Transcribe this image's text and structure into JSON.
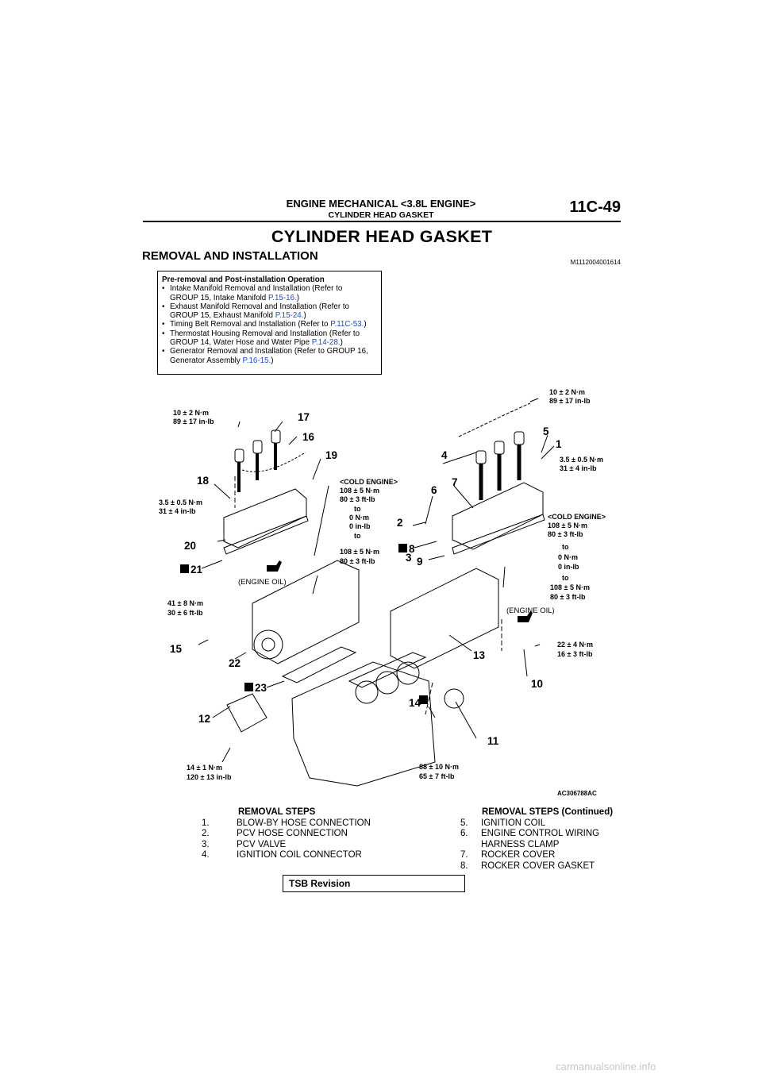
{
  "header": {
    "section": "ENGINE MECHANICAL <3.8L ENGINE>",
    "subsection": "CYLINDER HEAD GASKET",
    "page_number": "11C-49"
  },
  "title": "CYLINDER HEAD GASKET",
  "section_title": "REMOVAL AND INSTALLATION",
  "doc_id": "M1112004001614",
  "pre_box": {
    "title": "Pre-removal and Post-installation Operation",
    "items": [
      {
        "line1": "Intake Manifold Removal and Installation (Refer to",
        "line2": "GROUP 15, Intake Manifold ",
        "link": "P.15-16.",
        "tail": ")"
      },
      {
        "line1": "Exhaust Manifold Removal and Installation (Refer to",
        "line2": "GROUP 15, Exhaust Manifold ",
        "link": "P.15-24.",
        "tail": ")"
      },
      {
        "line1": "Timing Belt Removal and Installation (Refer to ",
        "link": "P.11C-53.",
        "tail": ")"
      },
      {
        "line1": "Thermostat Housing Removal and Installation (Refer to",
        "line2": "GROUP 14, Water Hose and Water Pipe ",
        "link": "P.14-28.",
        "tail": ")"
      },
      {
        "line1": "Generator Removal and Installation (Refer to GROUP 16,",
        "line2": "Generator Assembly ",
        "link": "P.16-15.",
        "tail": ")"
      }
    ]
  },
  "figure": {
    "code": "AC306788AC",
    "torques": {
      "t_10_2_left": [
        "10 ± 2 N·m",
        "89 ± 17 in-lb"
      ],
      "t_10_2_right": [
        "10 ± 2 N·m",
        "89 ± 17 in-lb"
      ],
      "t_35_left": [
        "3.5 ± 0.5 N·m",
        "31 ± 4 in-lb"
      ],
      "t_35_right": [
        "3.5 ± 0.5 N·m",
        "31 ± 4 in-lb"
      ],
      "t_cold_left": [
        "<COLD ENGINE>",
        "108 ± 5 N·m",
        "80 ± 3 ft-lb",
        "to",
        "0 N·m",
        "0 in-lb",
        "to",
        "108 ± 5 N·m",
        "80 ± 3 ft-lb"
      ],
      "t_cold_right": [
        "<COLD ENGINE>",
        "108 ± 5 N·m",
        "80 ± 3 ft-lb",
        "to",
        "0 N·m",
        "0 in-lb",
        "to",
        "108 ± 5 N·m",
        "80 ± 3 ft-lb"
      ],
      "t_41": [
        "41 ± 8 N·m",
        "30 ± 6 ft-lb"
      ],
      "t_22": [
        "22 ± 4 N·m",
        "16 ± 3 ft-lb"
      ],
      "t_14": [
        "14 ± 1 N·m",
        "120 ± 13 in-lb"
      ],
      "t_88": [
        "88 ± 10 N·m",
        "65 ± 7 ft-lb"
      ]
    },
    "engine_oil": "(ENGINE OIL)",
    "new_mark": "N",
    "callouts": [
      "1",
      "2",
      "3",
      "4",
      "5",
      "6",
      "7",
      "8",
      "9",
      "10",
      "11",
      "12",
      "13",
      "14",
      "15",
      "16",
      "17",
      "18",
      "19",
      "20",
      "21",
      "22",
      "23"
    ]
  },
  "steps_left": {
    "heading": "REMOVAL STEPS",
    "items": [
      {
        "num": "1.",
        "text": "BLOW-BY HOSE CONNECTION"
      },
      {
        "num": "2.",
        "text": "PCV HOSE CONNECTION"
      },
      {
        "num": "3.",
        "text": "PCV VALVE"
      },
      {
        "num": "4.",
        "text": "IGNITION COIL CONNECTOR"
      }
    ]
  },
  "steps_right": {
    "heading": "REMOVAL STEPS (Continued)",
    "items": [
      {
        "num": "5.",
        "text": "IGNITION COIL"
      },
      {
        "num": "6.",
        "text": "ENGINE CONTROL WIRING",
        "text2": "HARNESS CLAMP"
      },
      {
        "num": "7.",
        "text": "ROCKER COVER"
      },
      {
        "num": "8.",
        "text": "ROCKER COVER GASKET"
      }
    ]
  },
  "footer": {
    "tsb": "TSB Revision",
    "watermark": "carmanualsonline.info"
  }
}
